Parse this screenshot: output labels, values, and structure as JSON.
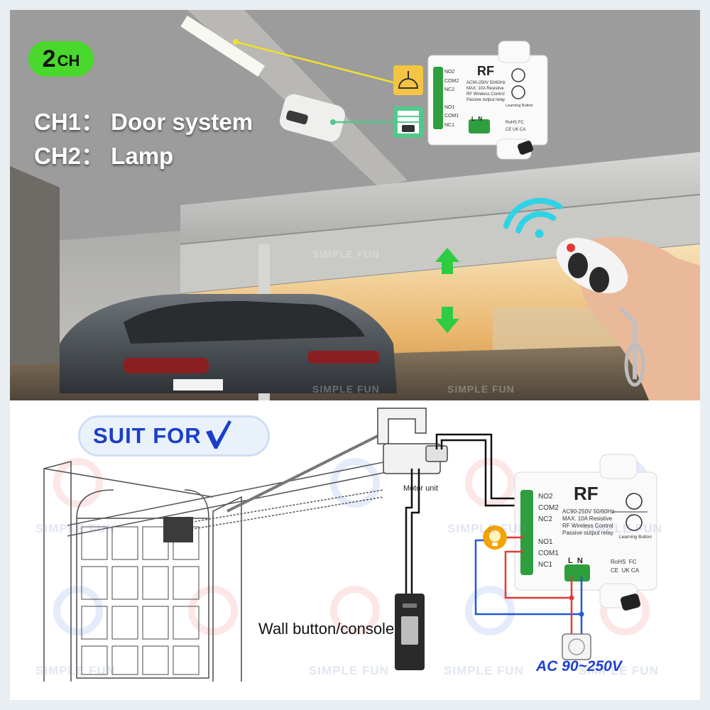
{
  "badge": {
    "number": "2",
    "unit": "CH"
  },
  "channels": [
    {
      "label": "CH1： Door system"
    },
    {
      "label": "CH2： Lamp"
    }
  ],
  "suit_label": "SUIT FOR",
  "wall_button_label": "Wall button/console",
  "motor_unit_label": "Motor unit",
  "power_label": "AC 90~250V",
  "watermark": "SIMPLE FUN",
  "relay_module": {
    "title": "RF",
    "terminals": [
      "NO2",
      "COM2",
      "NC2",
      "NO1",
      "COM1",
      "NC1"
    ],
    "specs": [
      "AC90-250V 50/60Hz",
      "MAX. 10A Resistive",
      "RF Wireless Control",
      "Passive output relay"
    ],
    "learning_button": "Learning Button",
    "power_terminals": [
      "L",
      "N"
    ],
    "certs": [
      "RoHS",
      "FC",
      "CE",
      "UK CA"
    ]
  },
  "colors": {
    "badge": "#49d82c",
    "suit_text": "#1b3ec8",
    "live_wire": "#e53935",
    "neutral_wire": "#1e5bd6",
    "arrow": "#2ecc40",
    "wifi": "#2ed3e6",
    "lamp_icon": "#f4c542",
    "door_icon": "#52c98c"
  }
}
